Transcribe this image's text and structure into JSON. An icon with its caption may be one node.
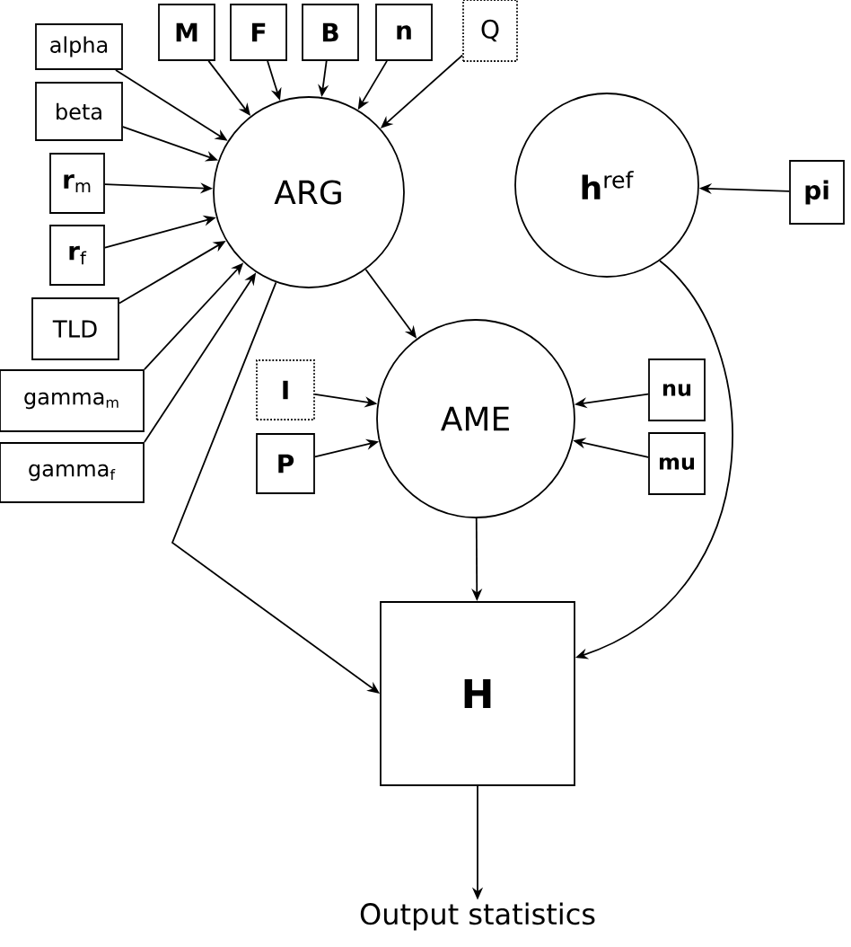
{
  "diagram": {
    "nodes": [
      {
        "text": [
          "alpha"
        ]
      },
      {
        "text": [
          "M"
        ]
      },
      {
        "text": [
          "F"
        ]
      },
      {
        "text": [
          "B"
        ]
      },
      {
        "text": [
          "n"
        ]
      },
      {
        "text": [
          "Q"
        ]
      },
      {
        "text": [
          "beta"
        ]
      },
      {
        "text": [
          "**r**$_{m}$"
        ]
      },
      {
        "text": [
          "ARG"
        ]
      },
      {
        "text": [
          "**h**$^{ref}$"
        ]
      },
      {
        "text": [
          "pi"
        ]
      },
      {
        "text": [
          "**r**$_{f}$"
        ]
      },
      {
        "text": [
          "TLD"
        ]
      },
      {
        "text": [
          "I"
        ]
      },
      {
        "text": [
          "AME"
        ]
      },
      {
        "text": [
          "nu"
        ]
      },
      {
        "text": [
          "gamma$_{m}$"
        ]
      },
      {
        "text": [
          "P"
        ]
      },
      {
        "text": [
          "mu"
        ]
      },
      {
        "text": [
          "gamma$_{f}$"
        ]
      },
      {
        "text": [
          "H"
        ]
      },
      {
        "text": [
          "Output statistics"
        ]
      }
    ],
    "edges": [
      {
        "from": 0,
        "to": 8,
        "arrow": "to"
      },
      {
        "from": 1,
        "to": 8,
        "arrow": "to"
      },
      {
        "from": 2,
        "to": 8,
        "arrow": "to"
      },
      {
        "from": 3,
        "to": 8,
        "arrow": "to"
      },
      {
        "from": 4,
        "to": 8,
        "arrow": "to"
      },
      {
        "from": 5,
        "to": 8,
        "arrow": "to"
      },
      {
        "from": 6,
        "to": 8,
        "arrow": "to"
      },
      {
        "from": 7,
        "to": 8,
        "arrow": "to"
      },
      {
        "from": 11,
        "to": 8,
        "arrow": "to"
      },
      {
        "from": 12,
        "to": 8,
        "arrow": "to"
      },
      {
        "from": 16,
        "to": 8,
        "arrow": "to"
      },
      {
        "from": 19,
        "to": 8,
        "arrow": "to"
      },
      {
        "from": 10,
        "to": 9,
        "arrow": "to"
      },
      {
        "from": 8,
        "to": 14,
        "arrow": "to"
      },
      {
        "from": 13,
        "to": 14,
        "arrow": "to"
      },
      {
        "from": 17,
        "to": 14,
        "arrow": "to"
      },
      {
        "from": 15,
        "to": 14,
        "arrow": "to"
      },
      {
        "from": 18,
        "to": 14,
        "arrow": "to"
      },
      {
        "from": 8,
        "to": 20,
        "arrow": "to"
      },
      {
        "from": 14,
        "to": 20,
        "arrow": "to"
      },
      {
        "from": 9,
        "to": 20,
        "arrow": "to"
      },
      {
        "from": 20,
        "to": 21,
        "arrow": "to"
      }
    ]
  }
}
